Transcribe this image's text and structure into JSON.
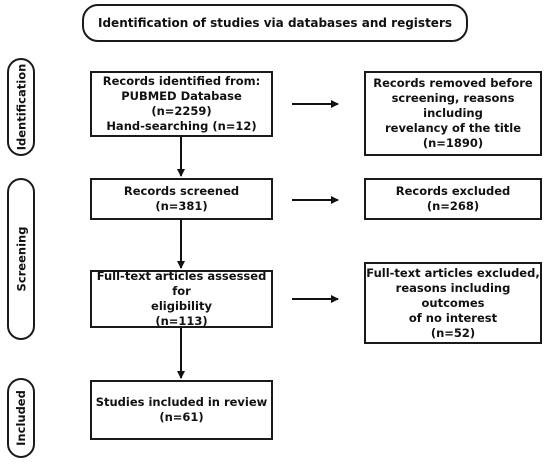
{
  "title": "Identification of studies via databases and registers",
  "phases": {
    "identification": "Identification",
    "screening": "Screening",
    "included": "Included"
  },
  "boxes": {
    "records_identified": [
      "Records identified from:",
      "PUBMED Database (n=2259)",
      "Hand-searching (n=12)"
    ],
    "records_removed": [
      "Records removed before",
      "screening, reasons including",
      "revelancy of the title",
      "(n=1890)"
    ],
    "records_screened": [
      "Records screened",
      "(n=381)"
    ],
    "records_excluded": [
      "Records excluded",
      "(n=268)"
    ],
    "fulltext_assessed": [
      "Full-text articles assessed for",
      "eligibility",
      "(n=113)"
    ],
    "fulltext_excluded": [
      "Full-text articles excluded,",
      "reasons including outcomes",
      "of no interest",
      "(n=52)"
    ],
    "studies_included": [
      "Studies included in review",
      "(n=61)"
    ]
  }
}
